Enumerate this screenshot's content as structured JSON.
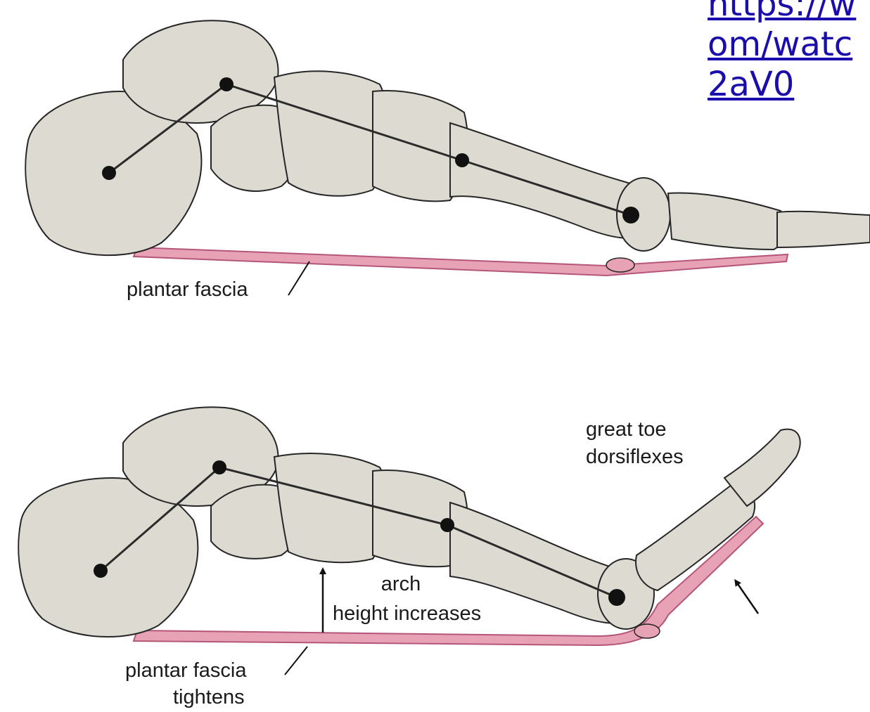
{
  "colors": {
    "bone_fill": "#dcdad1",
    "bone_stroke": "#262626",
    "fascia_fill": "#e7a3b5",
    "fascia_stroke": "#b5557a",
    "axis_line": "#2b2b2b",
    "link": "#1a0dab"
  },
  "url_overlay": {
    "lines": [
      "https://w",
      "om/watc",
      "2aV0"
    ]
  },
  "top_panel": {
    "fascia_label": "plantar fascia"
  },
  "bottom_panel": {
    "toe_label_line1": "great toe",
    "toe_label_line2": "dorsiflexes",
    "arch_label_line1": "arch",
    "arch_label_line2": "height increases",
    "fascia_label_line1": "plantar fascia",
    "fascia_label_line2": "tightens"
  }
}
